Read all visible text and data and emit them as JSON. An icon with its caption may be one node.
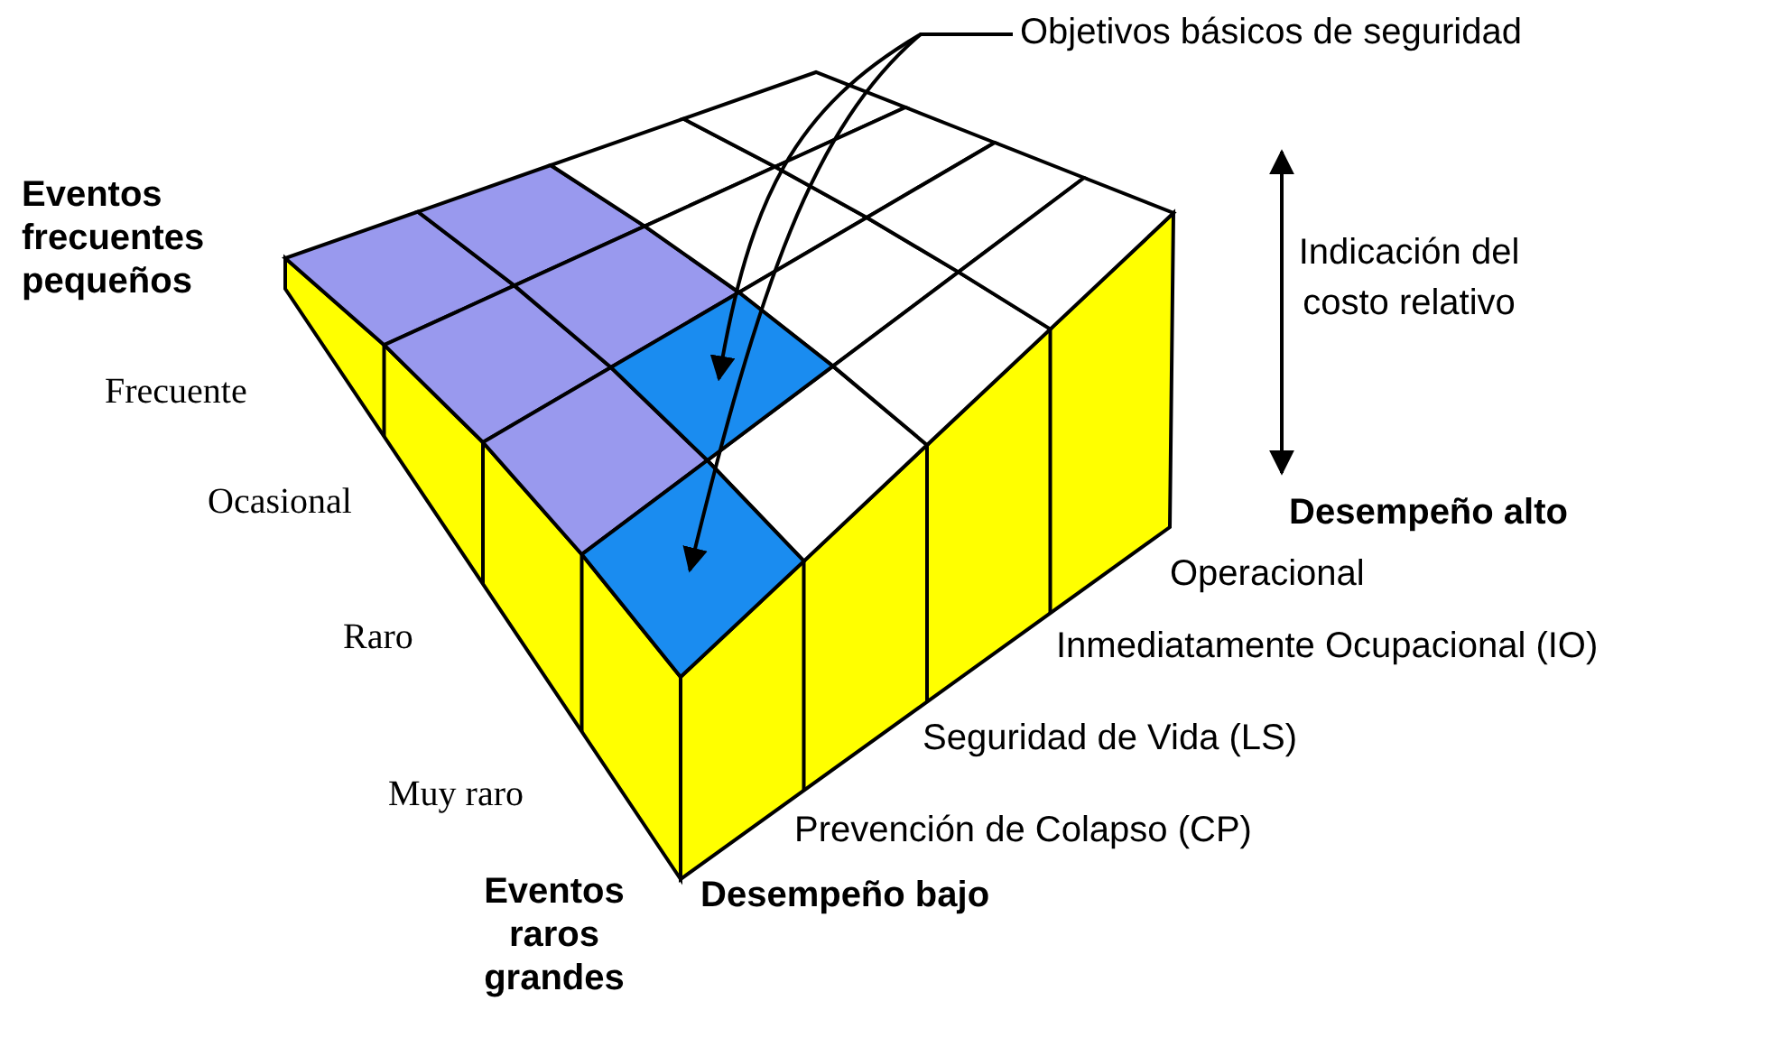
{
  "diagram": {
    "nodes": [
      {
        "text": [
          "Objetivos básicos de seguridad"
        ]
      },
      {
        "text": [],
        "shape": "diamond"
      },
      {
        "text": [],
        "shape": "diamond"
      }
    ],
    "edges": [
      {
        "from": 0,
        "to": 1,
        "arrow": "to"
      },
      {
        "from": 0,
        "to": 2,
        "arrow": "to"
      }
    ],
    "labels": [
      "Eventos frecuentes pequeños",
      "Indicación del costo relativo",
      "Frecuente",
      "Ocasional",
      "Desempeño alto",
      "Operacional",
      "Raro",
      "Inmediatamente Ocupacional (IO)",
      "Seguridad de Vida (LS)",
      "Muy raro",
      "Prevención de Colapso (CP)",
      "Eventos raros grandes",
      "Desempeño bajo"
    ]
  }
}
